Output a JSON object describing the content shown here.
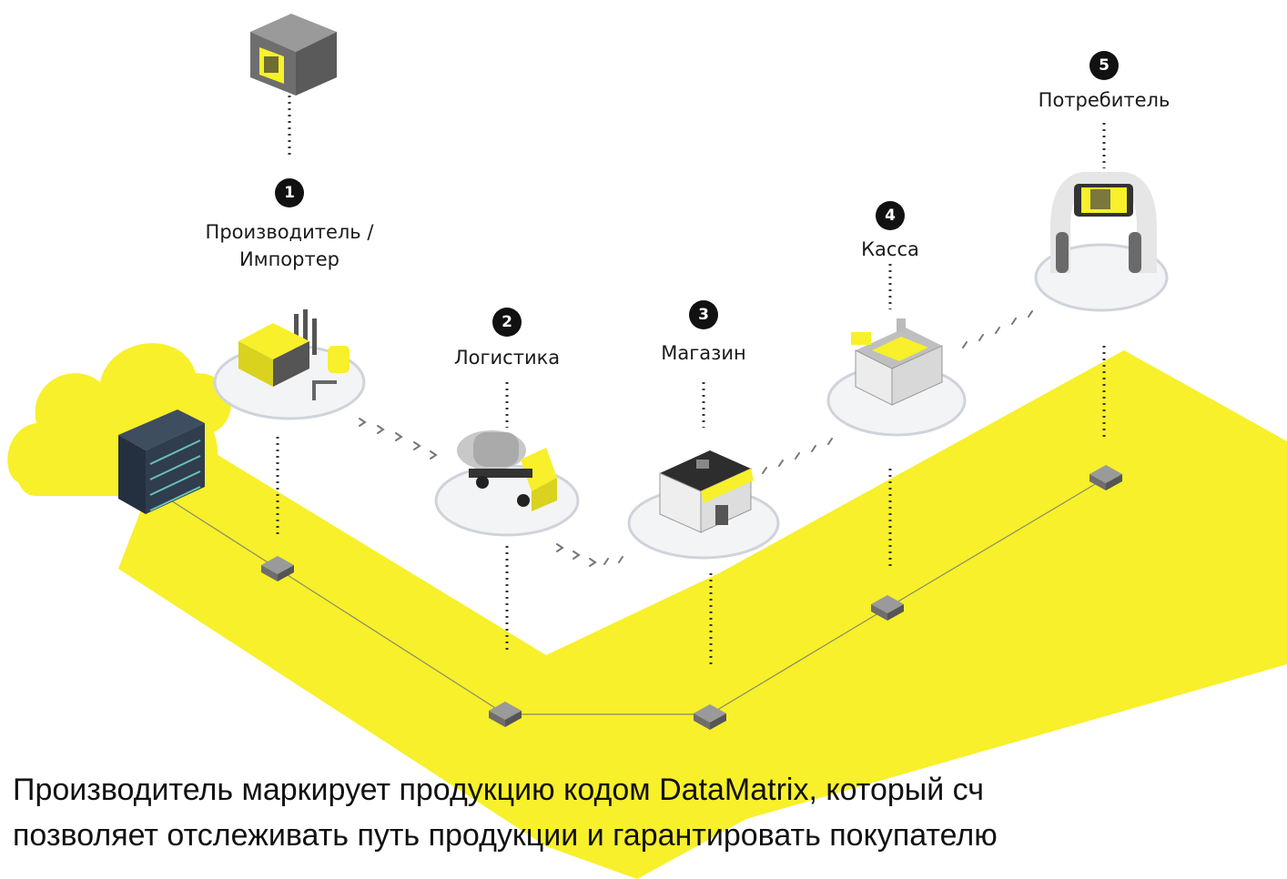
{
  "stages": [
    {
      "number": "1",
      "label_line1": "Производитель /",
      "label_line2": "Импортер"
    },
    {
      "number": "2",
      "label_line1": "Логистика"
    },
    {
      "number": "3",
      "label_line1": "Магазин"
    },
    {
      "number": "4",
      "label_line1": "Касса"
    },
    {
      "number": "5",
      "label_line1": "Потребитель"
    }
  ],
  "caption": {
    "line1": "Производитель маркирует продукцию кодом DataMatrix, который сч",
    "line2": "позволяет отслеживать путь продукции и гарантировать покупателю"
  },
  "colors": {
    "accent": "#f7f02a",
    "server": "#2f3d4f",
    "dark": "#111111",
    "node": "#8d8d8d"
  },
  "icons": [
    "cloud-icon",
    "server-rack-icon",
    "box-datamatrix-icon",
    "factory-icon",
    "tank-truck-icon",
    "shop-icon",
    "cash-register-icon",
    "phone-scan-icon",
    "network-node-icon"
  ]
}
